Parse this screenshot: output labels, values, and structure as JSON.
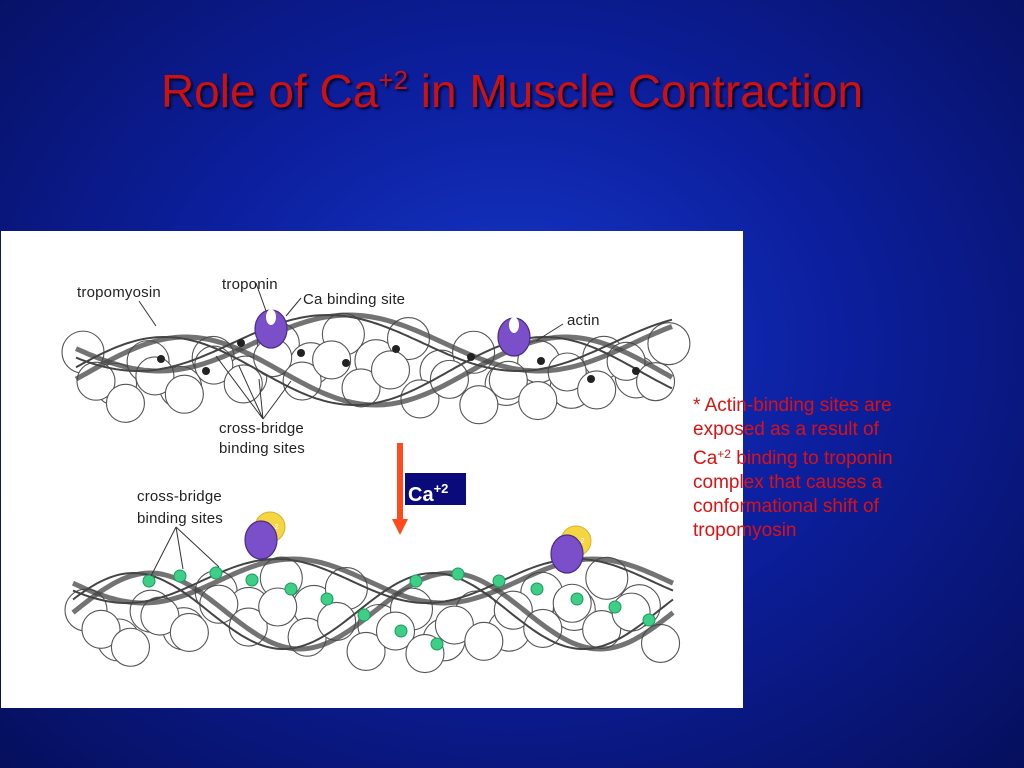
{
  "slide": {
    "title_prefix": "Role of Ca",
    "title_sup": "+2",
    "title_suffix": " in Muscle Contraction"
  },
  "figure": {
    "labels": {
      "tropomyosin": "tropomyosin",
      "troponin": "troponin",
      "ca_binding_site": "Ca binding site",
      "actin": "actin",
      "cross_bridge_top_1": "cross-bridge",
      "cross_bridge_top_2": "binding sites",
      "cross_bridge_bottom_1": "cross-bridge",
      "cross_bridge_bottom_2": "binding sites"
    },
    "arrow_label": {
      "base": "Ca",
      "sup": "+2"
    },
    "ion_badge": "Ca+2",
    "colors": {
      "troponin": "#7b4fc9",
      "calcium": "#f5d642",
      "binding_site": "#3dcf86",
      "arrow": "#ff4a1f",
      "title": "#cc1111"
    }
  },
  "note": {
    "line1": "* Actin-binding sites are",
    "line2": "exposed as a result of",
    "line3_base": "Ca",
    "line3_sup": "+2",
    "line3_rest": " binding to troponin",
    "line4": "complex that causes a",
    "line5": "conformational shift of",
    "line6": "tropomyosin"
  }
}
